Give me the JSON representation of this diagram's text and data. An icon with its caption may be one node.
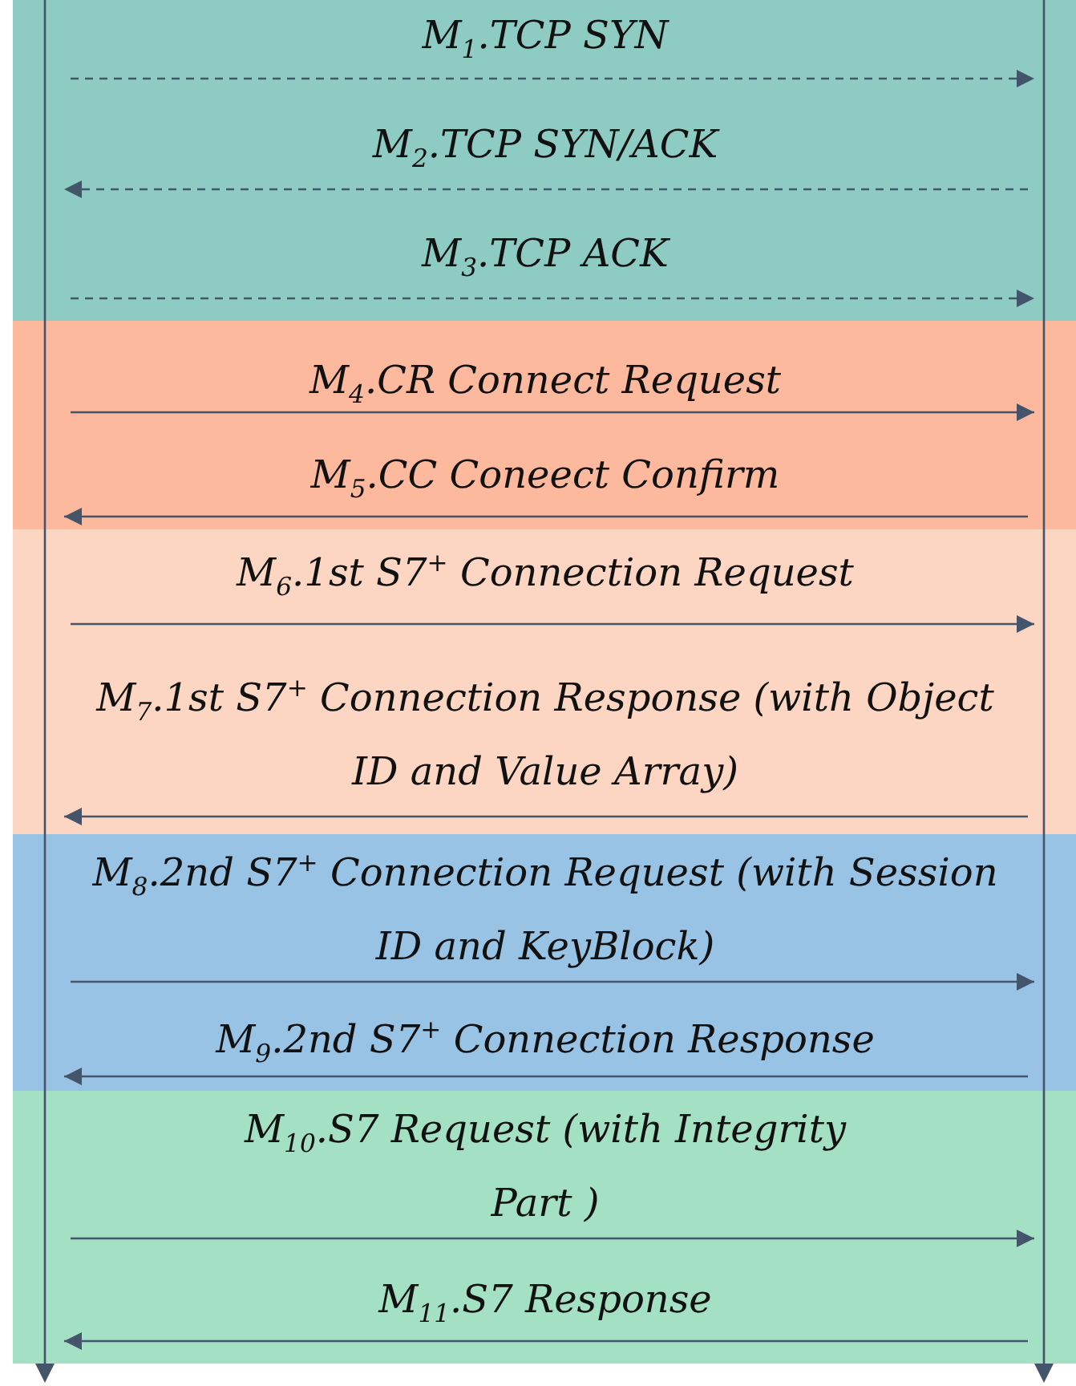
{
  "diagram": {
    "nodes": [
      {
        "text": [],
        "shape": "bar"
      },
      {
        "text": [],
        "shape": "bar"
      }
    ],
    "edges": [
      {
        "from": 0,
        "to": 1,
        "arrow": "to",
        "label": "M$_{1}$.TCP SYN",
        "style": "dashed"
      },
      {
        "from": 1,
        "to": 0,
        "arrow": "to",
        "label": "M$_{2}$.TCP SYN/ACK",
        "style": "dashed"
      },
      {
        "from": 0,
        "to": 1,
        "arrow": "to",
        "label": "M$_{3}$.TCP ACK",
        "style": "dashed"
      },
      {
        "from": 0,
        "to": 1,
        "arrow": "to",
        "label": "M$_{4}$.CR Connect Request"
      },
      {
        "from": 1,
        "to": 0,
        "arrow": "to",
        "label": "M$_{5}$.CC Coneect Confirm"
      },
      {
        "from": 0,
        "to": 1,
        "arrow": "to",
        "label": "M$_{6}$.1st S7$^{+}$ Connection Request"
      },
      {
        "from": 1,
        "to": 0,
        "arrow": "to",
        "label": "M$_{7}$.1st S7$^{+}$ Connection Response (with Object ID and Value Array)"
      },
      {
        "from": 0,
        "to": 1,
        "arrow": "to",
        "label": "M$_{8}$.2nd S7$^{+}$ Connection Request (with Session ID and KeyBlock)"
      },
      {
        "from": 1,
        "to": 0,
        "arrow": "to",
        "label": "M$_{9}$.2nd S7$^{+}$ Connection Response"
      },
      {
        "from": 0,
        "to": 1,
        "arrow": "to",
        "label": "M$_{10}$.S7 Request (with Integrity Part )"
      },
      {
        "from": 1,
        "to": 0,
        "arrow": "to",
        "label": "M$_{11}$.S7 Response"
      }
    ]
  }
}
